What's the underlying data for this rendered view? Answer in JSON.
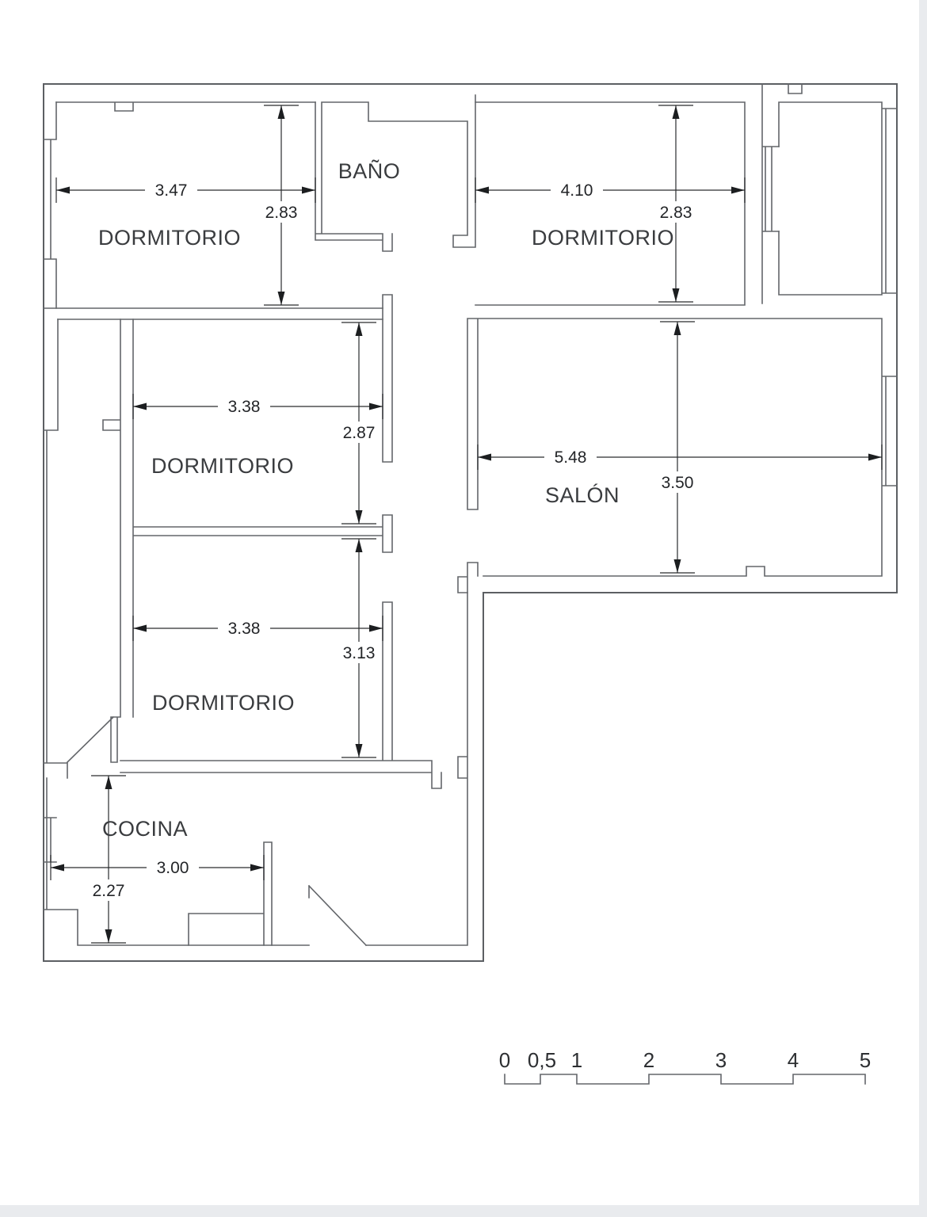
{
  "floorplan": {
    "rooms": {
      "dorm_tl": "DORMITORIO",
      "bano": "BAÑO",
      "dorm_tr": "DORMITORIO",
      "salon": "SALÓN",
      "dorm_mid": "DORMITORIO",
      "dorm_bot": "DORMITORIO",
      "cocina": "COCINA"
    },
    "dimensions": {
      "dorm_tl_width": "3.47",
      "dorm_tl_height": "2.83",
      "dorm_tr_width": "4.10",
      "dorm_tr_height": "2.83",
      "dorm_mid_width": "3.38",
      "dorm_mid_height": "2.87",
      "salon_width": "5.48",
      "salon_height": "3.50",
      "dorm_bot_width": "3.38",
      "dorm_bot_height": "3.13",
      "cocina_width": "3.00",
      "cocina_height": "2.27"
    },
    "scale_bar": {
      "labels": [
        "0",
        "0,5",
        "1",
        "2",
        "3",
        "4",
        "5"
      ]
    },
    "colors": {
      "paper": "#ffffff",
      "page_margin": "#e9ebee",
      "wall_line": "#63666a",
      "dimension_line": "#2a2c2e",
      "label_text": "#3a3c3f"
    }
  }
}
